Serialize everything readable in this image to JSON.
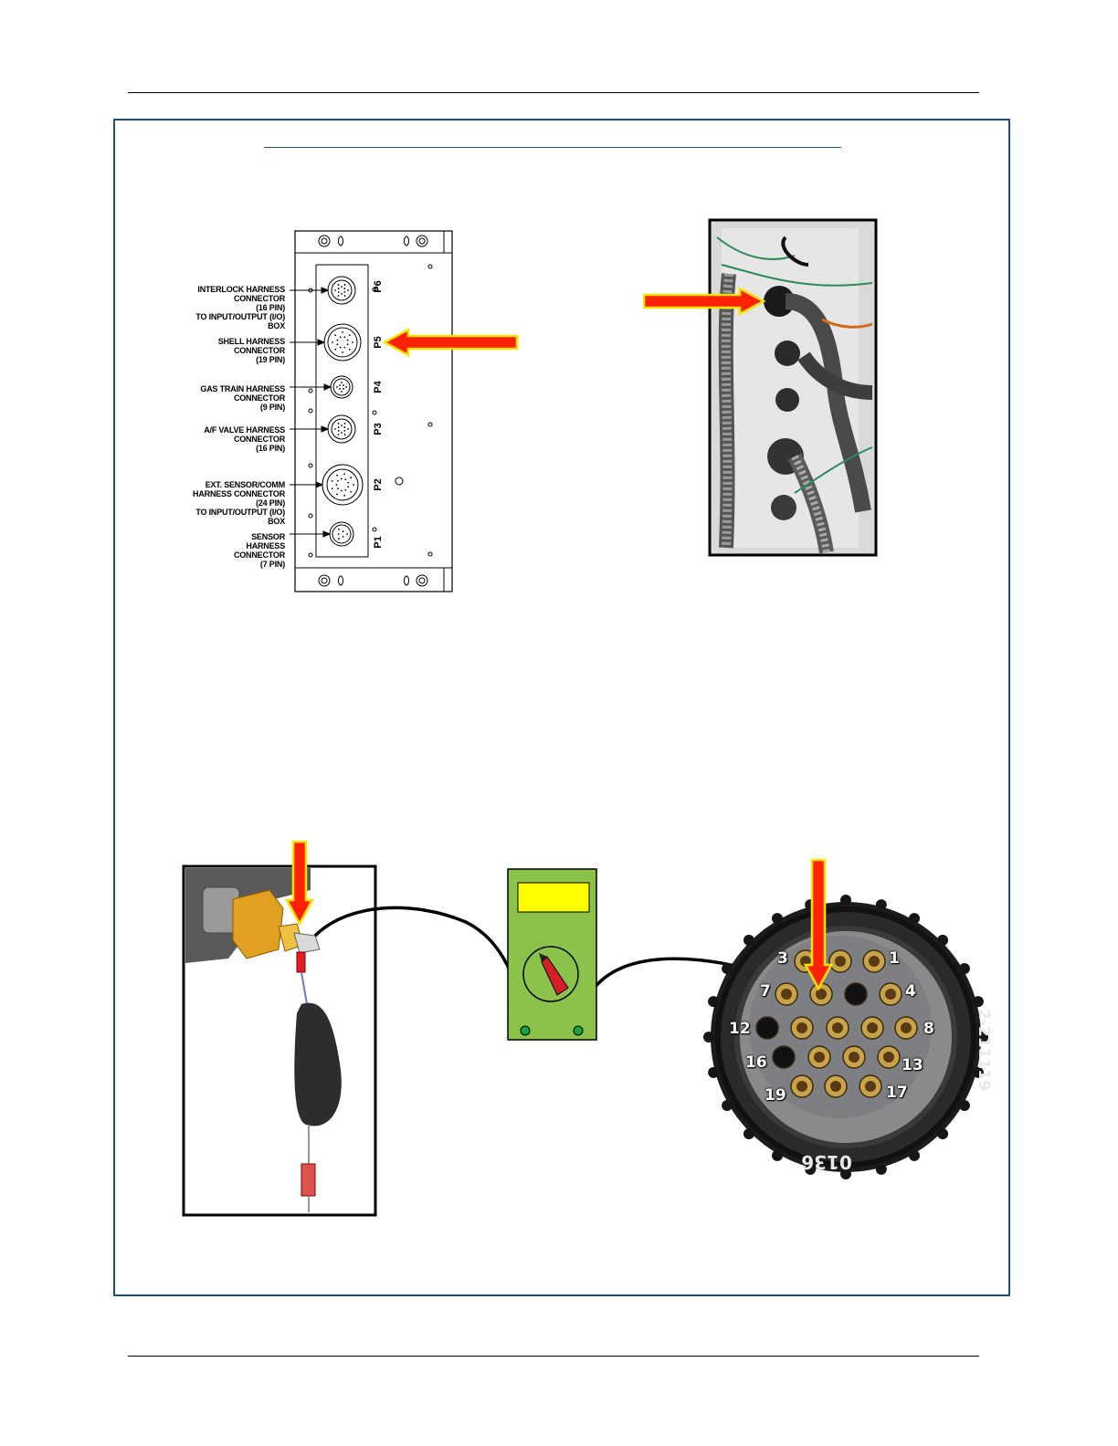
{
  "connector_panel": {
    "labels": [
      {
        "id": "P6",
        "lines": [
          "INTERLOCK  HARNESS",
          "CONNECTOR",
          "(16 PIN)",
          "TO INPUT/OUTPUT (I/O)",
          "BOX"
        ]
      },
      {
        "id": "P5",
        "lines": [
          "SHELL HARNESS",
          "CONNECTOR",
          "(19 PIN)"
        ]
      },
      {
        "id": "P4",
        "lines": [
          "GAS TRAIN HARNESS",
          "CONNECTOR",
          "(9 PIN)"
        ]
      },
      {
        "id": "P3",
        "lines": [
          "A/F VALVE HARNESS",
          "CONNECTOR",
          "(16 PIN)"
        ]
      },
      {
        "id": "P2",
        "lines": [
          "EXT. SENSOR/COMM",
          "HARNESS CONNECTOR",
          "(24 PIN)",
          "TO INPUT/OUTPUT (I/O)",
          "BOX"
        ]
      },
      {
        "id": "P1",
        "lines": [
          "SENSOR",
          "HARNESS",
          "CONNECTOR",
          "(7 PIN)"
        ]
      }
    ],
    "highlighted": "P5"
  },
  "connector_photo": {
    "markings": [
      "0136",
      "2-211119"
    ],
    "pins": [
      "1",
      "3",
      "4",
      "7",
      "8",
      "12",
      "13",
      "16",
      "17",
      "19"
    ]
  },
  "colors": {
    "frame": "#1f4e79",
    "arrow_fill": "#ff2200",
    "arrow_outline": "#f2e600",
    "meter_body": "#8bc34a",
    "meter_display": "#ffff00",
    "probe_tip": "#1aa33a"
  },
  "icons": [
    "multimeter-icon",
    "flame-rod-icon",
    "connector-face-icon"
  ]
}
